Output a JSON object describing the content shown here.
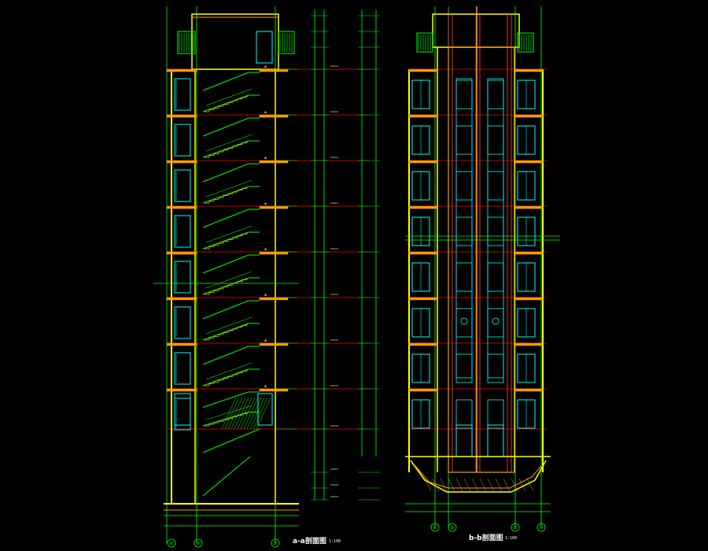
{
  "drawing": {
    "background": "#000000",
    "colors": {
      "wall": "#ffff00",
      "structure": "#ff9900",
      "stair": "#00ff00",
      "window": "#00ffff",
      "level_line": "#ff0000",
      "grid": "#00ff00",
      "dim": "#00ff00",
      "text": "#ffffff",
      "shaft": "#ff4444"
    },
    "section_a": {
      "title": "a-a剖面图",
      "scale": "1:100",
      "axis_labels": [
        "①",
        "②",
        "③"
      ],
      "floors": 9
    },
    "section_b": {
      "title": "b-b剖面图",
      "scale": "1:100",
      "axis_labels": [
        "①",
        "②",
        "③",
        "④"
      ],
      "floors": 9
    }
  }
}
